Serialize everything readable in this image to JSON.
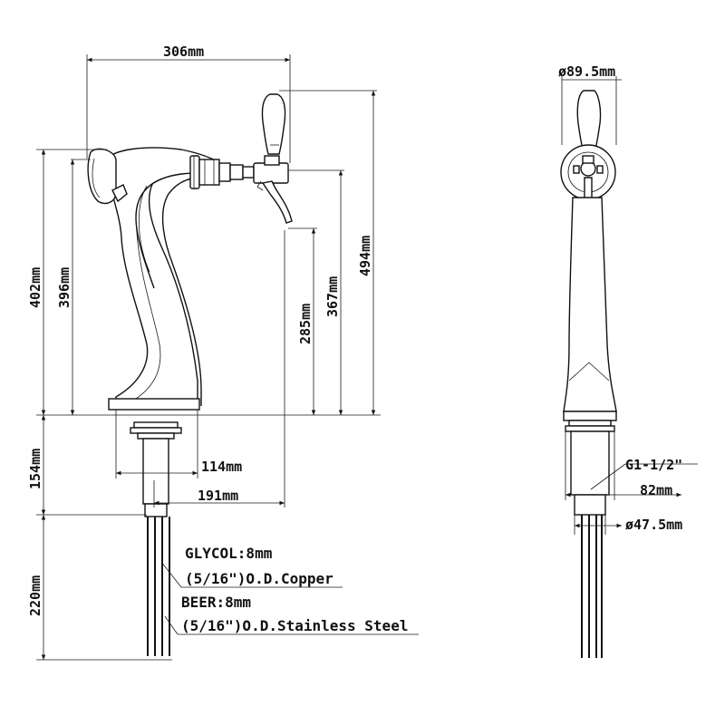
{
  "dimensions": {
    "width_top": "306mm",
    "total_height": "402mm",
    "handle_height": "396mm",
    "spout_height": "285mm",
    "tap_height": "367mm",
    "overall_height": "494mm",
    "shank_length": "154mm",
    "base_width": "114mm",
    "spout_reach": "191mm",
    "tube_length": "220mm",
    "side_diameter_top": "ø89.5mm",
    "thread": "G1-1/2\"",
    "shank_width": "82mm",
    "shank_diameter": "ø47.5mm"
  },
  "notes": {
    "glycol_line1": "GLYCOL:8mm",
    "glycol_line2": "(5/16\")O.D.Copper",
    "beer_line1": "BEER:8mm",
    "beer_line2": "(5/16\")O.D.Stainless Steel"
  }
}
